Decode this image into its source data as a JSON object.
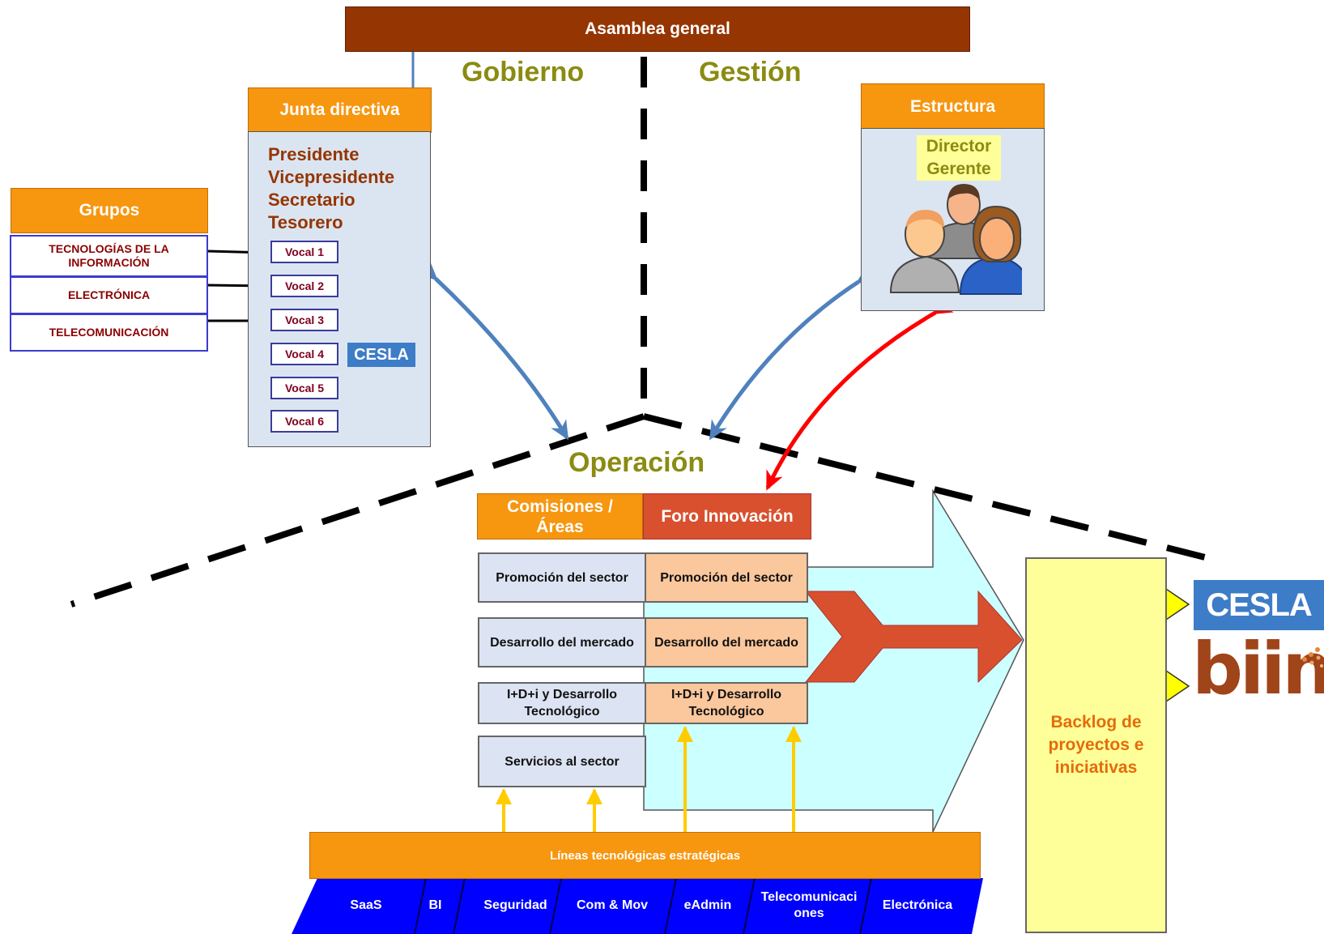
{
  "asamblea": "Asamblea general",
  "labels": {
    "gobierno": "Gobierno",
    "gestion": "Gestión",
    "operacion": "Operación"
  },
  "junta": {
    "title": "Junta directiva",
    "officers": [
      "Presidente",
      "Vicepresidente",
      "Secretario",
      "Tesorero"
    ],
    "vocales": [
      "Vocal 1",
      "Vocal 2",
      "Vocal 3",
      "Vocal 4",
      "Vocal 5",
      "Vocal 6"
    ],
    "cesla": "CESLA"
  },
  "grupos": {
    "title": "Grupos",
    "items": [
      "TECNOLOGÍAS DE LA INFORMACIÓN",
      "ELECTRÓNICA",
      "TELECOMUNICACIÓN"
    ]
  },
  "estructura": {
    "title": "Estructura",
    "roles": [
      "Director",
      "Gerente"
    ]
  },
  "operacion": {
    "header_left": "Comisiones / Áreas",
    "header_right": "Foro Innovación",
    "left_cells": [
      "Promoción del sector",
      "Desarrollo del mercado",
      "I+D+i y Desarrollo Tecnológico",
      "Servicios al sector"
    ],
    "right_cells": [
      "Promoción del sector",
      "Desarrollo del mercado",
      "I+D+i y Desarrollo Tecnológico"
    ]
  },
  "backlog": "Backlog de proyectos e iniciativas",
  "logos": {
    "cesla": "CESLA",
    "biin": "biin"
  },
  "lineas": {
    "title": "Líneas tecnológicas estratégicas",
    "items": [
      "SaaS",
      "BI",
      "Seguridad",
      "Com & Mov",
      "eAdmin",
      "Telecomunicaciones",
      "Electrónica"
    ]
  },
  "colors": {
    "orange": "#f7960f",
    "brown": "#953502",
    "blue_arrow": "#4f81bd",
    "red_arrow": "#ff0000",
    "tech_blue": "#0000ff"
  }
}
